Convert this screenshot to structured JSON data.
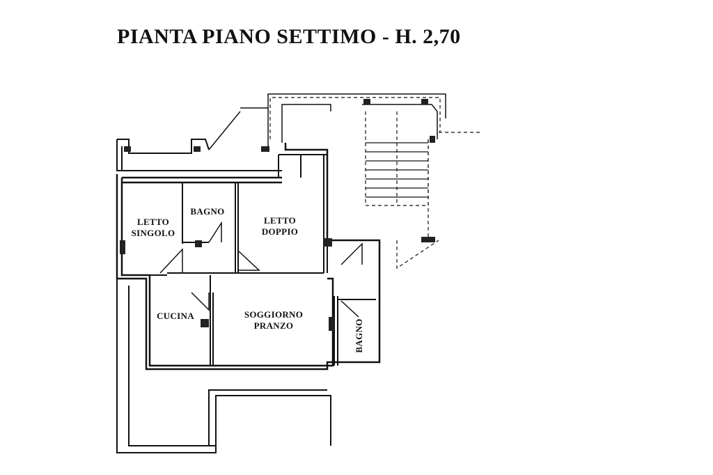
{
  "title": "PIANTA PIANO SETTIMO - H. 2,70",
  "rooms": {
    "letto_singolo": [
      "LETTO",
      "SINGOLO"
    ],
    "bagno_1": "BAGNO",
    "letto_doppio": [
      "LETTO",
      "DOPPIO"
    ],
    "cucina": "CUCINA",
    "soggiorno": [
      "SOGGIORNO",
      "PRANZO"
    ],
    "bagno_2": "BAGNO"
  }
}
